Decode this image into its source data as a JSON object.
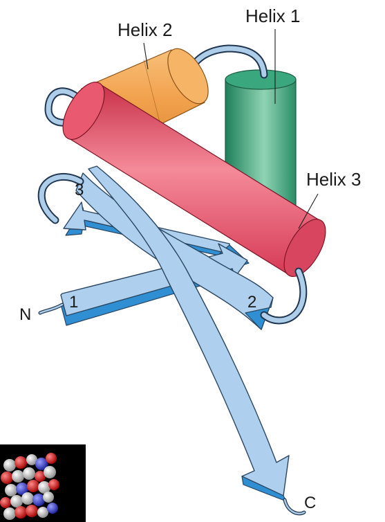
{
  "labels": {
    "helix1": "Helix 1",
    "helix2": "Helix 2",
    "helix3": "Helix 3",
    "n_terminus": "N",
    "c_terminus": "C",
    "strand1": "1",
    "strand2": "2",
    "strand3": "3"
  },
  "colors": {
    "helix1": "#2f9a72",
    "helix2": "#f2a24e",
    "helix3": "#e8556a",
    "strand_face": "#aed0ee",
    "strand_edge": "#2f8fd2",
    "loop": "#aecde9"
  }
}
